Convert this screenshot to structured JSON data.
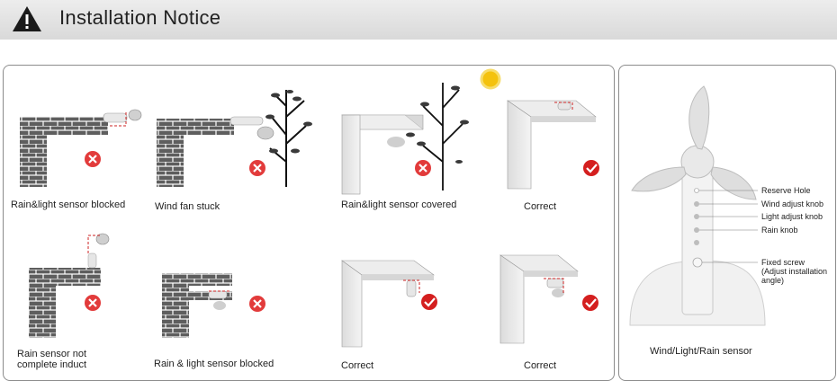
{
  "header": {
    "title": "Installation Notice",
    "icon": "warning-triangle-icon"
  },
  "panels": [
    {
      "caption": "Rain&light sensor blocked",
      "status": "incorrect"
    },
    {
      "caption": "Wind fan stuck",
      "status": "incorrect"
    },
    {
      "caption": "Rain&light sensor covered",
      "status": "incorrect"
    },
    {
      "caption": "Correct",
      "status": "correct"
    },
    {
      "caption_line1": "Rain sensor not",
      "caption_line2": "complete induct",
      "status": "incorrect"
    },
    {
      "caption": "Rain & light sensor blocked",
      "status": "incorrect"
    },
    {
      "caption": "Correct",
      "status": "correct"
    },
    {
      "caption": "Correct",
      "status": "correct"
    }
  ],
  "sensor": {
    "caption": "Wind/Light/Rain sensor",
    "labels": {
      "reserve_hole": "Reserve Hole",
      "wind_knob": "Wind adjust knob",
      "light_knob": "Light adjust knob",
      "rain_knob": "Rain knob",
      "fixed_screw": "Fixed screw",
      "fixed_screw_note1": "(Adjust installation",
      "fixed_screw_note2": "angle)"
    }
  },
  "colors": {
    "incorrect": "#e23b3b",
    "correct": "#d41f1f",
    "brick": "#5e5e5e",
    "header_bg": "#e4e4e4"
  }
}
